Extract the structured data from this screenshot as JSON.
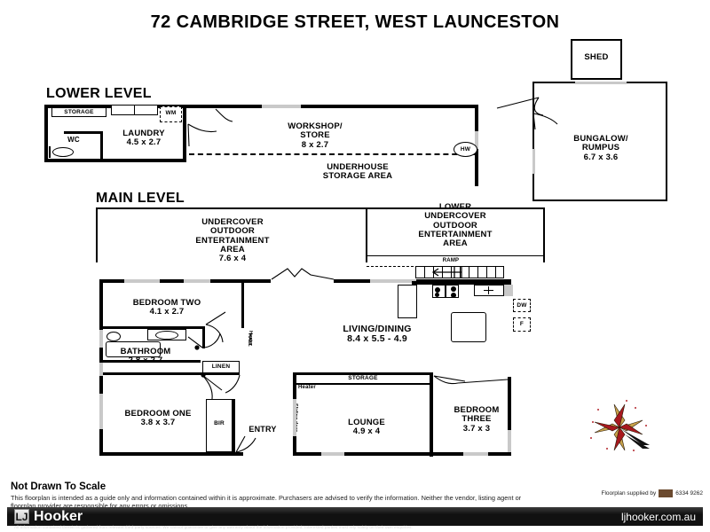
{
  "title": "72 CAMBRIDGE STREET, WEST LAUNCESTON",
  "levels": {
    "lower": "LOWER LEVEL",
    "main": "MAIN LEVEL"
  },
  "lower_level": {
    "storage": "STORAGE",
    "wm": "WM",
    "wc": "WC",
    "laundry": "LAUNDRY\n4.5 x 2.7",
    "workshop": "WORKSHOP/\nSTORE\n8 x 2.7",
    "underhouse": "UNDERHOUSE\nSTORAGE AREA",
    "hw": "HW"
  },
  "outbuildings": {
    "shed": "SHED",
    "bungalow": "BUNGALOW/\nRUMPUS\n6.7 x 3.6"
  },
  "main_level": {
    "undercover": "UNDERCOVER\nOUTDOOR\nENTERTAINMENT\nAREA\n7.6 x 4",
    "lower_undercover": "LOWER\nUNDERCOVER\nOUTDOOR\nENTERTAINMENT\nAREA",
    "ramp": "RAMP",
    "bedroom_two": "BEDROOM TWO\n4.1 x 2.7",
    "bathroom": "BATHROOM\n2.8 x 2.7",
    "linen": "LINEN",
    "hall": "HALL",
    "living_dining": "LIVING/DINING\n8.4 x 5.5 - 4.9",
    "dw": "DW",
    "fridge": "F",
    "bedroom_one": "BEDROOM ONE\n3.8 x 3.7",
    "bir": "BIR",
    "entry": "ENTRY",
    "sliding_door": "Sliding door",
    "storage": "STORAGE",
    "heater_lounge": "Heater",
    "heater_hall": "Heater",
    "lounge": "LOUNGE\n4.9 x 4",
    "bedroom_three": "BEDROOM\nTHREE\n3.7 x 3"
  },
  "compass": {
    "name": "compass-rose",
    "star_red": "#a8181e",
    "star_tan": "#c9a24a"
  },
  "footer": {
    "not_to_scale": "Not Drawn To Scale",
    "disclaimer": "This floorplan is intended as a guide only and information contained within it is approximate.  Purchasers are advised to verify the information.  Neither the vendor, listing agent or floorplan provider are responsible for any errors or omissions.",
    "supplied_by": "Floorplan supplied by",
    "supplied_phone": "6334 9262",
    "brand_mark": "LJ",
    "brand_name": "Hooker",
    "brand_url": "ljhooker.com.au",
    "bottom_disclaimer": "All information contained therein is gathered from relevant third party sources. We cannot guarantee or give any warranty about the information provided. Interested parties must rely solely on their own enquiries."
  }
}
